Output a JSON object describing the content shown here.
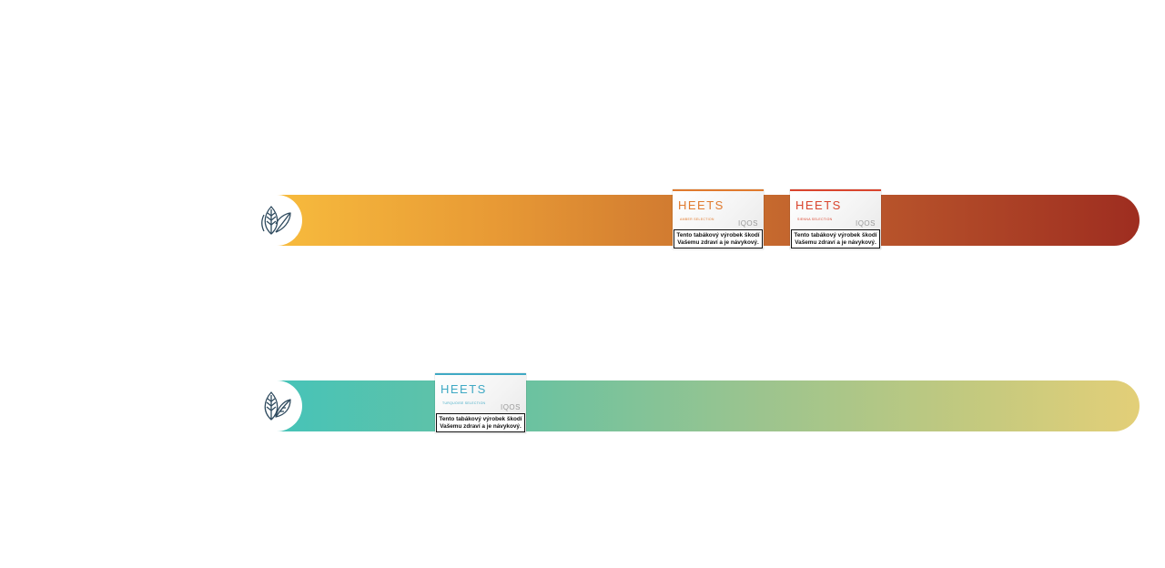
{
  "rows": [
    {
      "bar_color_start": "#f7bb3d",
      "bar_color_end": "#9e2d20",
      "icon": "tobacco-leaf-icon",
      "packs": [
        {
          "brand": "HEETS",
          "variant": "Amber Selection",
          "sub": "IQOS",
          "accent": "#e07a2e",
          "warning_line1": "Tento tabákový výrobek škodí",
          "warning_line2": "Vašemu zdraví a je návykový."
        },
        {
          "brand": "HEETS",
          "variant": "Sienna Selection",
          "sub": "IQOS",
          "accent": "#d9452e",
          "warning_line1": "Tento tabákový výrobek škodí",
          "warning_line2": "Vašemu zdraví a je návykový."
        }
      ]
    },
    {
      "bar_color_start": "#46c3b8",
      "bar_color_end": "#e3cf78",
      "icon": "menthol-leaf-icon",
      "packs": [
        {
          "brand": "HEETS",
          "variant": "Turquoise Selection",
          "sub": "IQOS",
          "accent": "#3fa9c4",
          "warning_line1": "Tento tabákový výrobek škodí",
          "warning_line2": "Vašemu zdraví a je návykový."
        }
      ]
    }
  ]
}
